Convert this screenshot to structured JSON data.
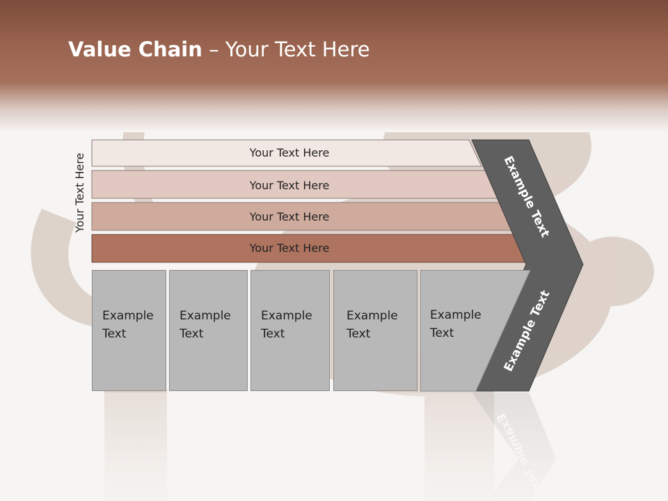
{
  "slide": {
    "title_bold": "Value Chain",
    "title_rest": " – Your Text Here",
    "side_label": "Your Text Here"
  },
  "bars": [
    {
      "label": "Your Text Here",
      "color": "#f1e7e3"
    },
    {
      "label": "Your Text Here",
      "color": "#e1c8c0"
    },
    {
      "label": "Your Text Here",
      "color": "#cfab9e"
    },
    {
      "label": "Your Text Here",
      "color": "#ae7460"
    }
  ],
  "cells": [
    {
      "line1": "Example",
      "line2": "Text"
    },
    {
      "line1": "Example",
      "line2": "Text"
    },
    {
      "line1": "Example",
      "line2": "Text"
    },
    {
      "line1": "Example",
      "line2": "Text"
    },
    {
      "line1": "Example",
      "line2": "Text"
    }
  ],
  "chevron": {
    "upper_label": "Example Text",
    "lower_label": "Example Text",
    "color": "#5f5f5f"
  },
  "colors": {
    "header": "#9a6450",
    "cell": "#b8b8b8",
    "background": "#f7f5f3"
  }
}
